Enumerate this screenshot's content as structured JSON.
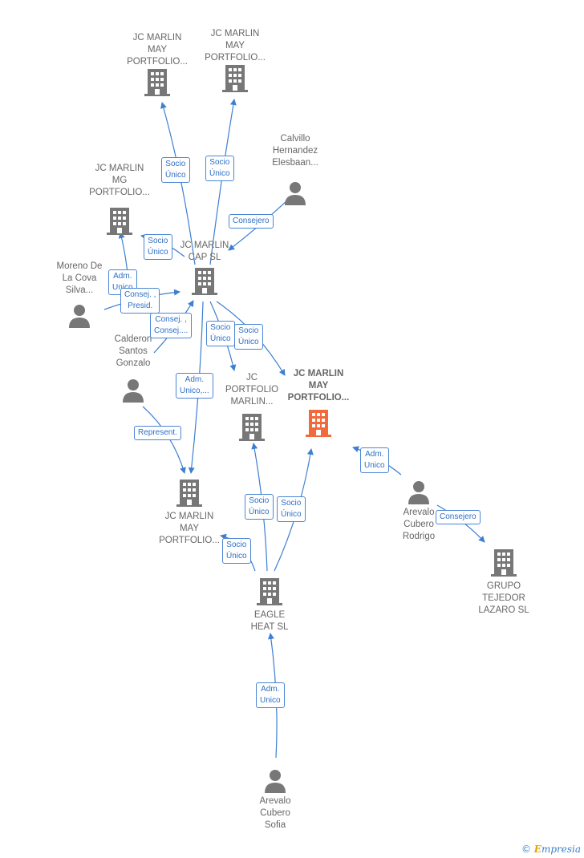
{
  "nodes": {
    "jc_may_1": {
      "label": "JC MARLIN\nMAY\nPORTFOLIO...",
      "type": "company"
    },
    "jc_may_2": {
      "label": "JC MARLIN\nMAY\nPORTFOLIO...",
      "type": "company"
    },
    "calvillo": {
      "label": "Calvillo\nHernandez\nElesbaan...",
      "type": "person"
    },
    "jc_mg": {
      "label": "JC MARLIN\nMG\nPORTFOLIO...",
      "type": "company"
    },
    "jc_cap": {
      "label": "JC MARLIN\nCAP  SL",
      "type": "company"
    },
    "moreno": {
      "label": "Moreno De\nLa Cova\nSilva...",
      "type": "person"
    },
    "calderon": {
      "label": "Calderon\nSantos\nGonzalo",
      "type": "person"
    },
    "jc_portfolio": {
      "label": "JC\nPORTFOLIO\nMARLIN...",
      "type": "company"
    },
    "jc_main": {
      "label": "JC MARLIN\nMAY\nPORTFOLIO...",
      "type": "company_main"
    },
    "jc_may_3": {
      "label": "JC MARLIN\nMAY\nPORTFOLIO...",
      "type": "company"
    },
    "arevalo_r": {
      "label": "Arevalo\nCubero\nRodrigo",
      "type": "person"
    },
    "grupo": {
      "label": "GRUPO\nTEJEDOR\nLAZARO  SL",
      "type": "company"
    },
    "eagle": {
      "label": "EAGLE\nHEAT  SL",
      "type": "company"
    },
    "arevalo_s": {
      "label": "Arevalo\nCubero\nSofia",
      "type": "person"
    }
  },
  "edge_labels": {
    "socio_1": "Socio\nÚnico",
    "socio_2": "Socio\nÚnico",
    "consejero_1": "Consejero",
    "socio_3": "Socio\nÚnico",
    "adm_1": "Adm.\nUnico",
    "consej_presid": "Consej. ,\nPresid.",
    "consej_consej": "Consej. ,\nConsej....",
    "socio_4": "Socio\nÚnico",
    "socio_5": "Socio\nÚnico",
    "adm_2": "Adm.\nUnico,...",
    "represent": "Represent.",
    "adm_3": "Adm.\nUnico",
    "consejero_2": "Consejero",
    "socio_6": "Socio\nÚnico",
    "socio_7": "Socio\nÚnico",
    "socio_8": "Socio\nÚnico",
    "adm_4": "Adm.\nUnico"
  },
  "colors": {
    "company": "#777777",
    "company_main": "#f26a3c",
    "person": "#777777",
    "edge": "#3d7fd1"
  },
  "footer": {
    "copyright": "©",
    "brand_initial": "E",
    "brand_rest": "mpresia"
  }
}
